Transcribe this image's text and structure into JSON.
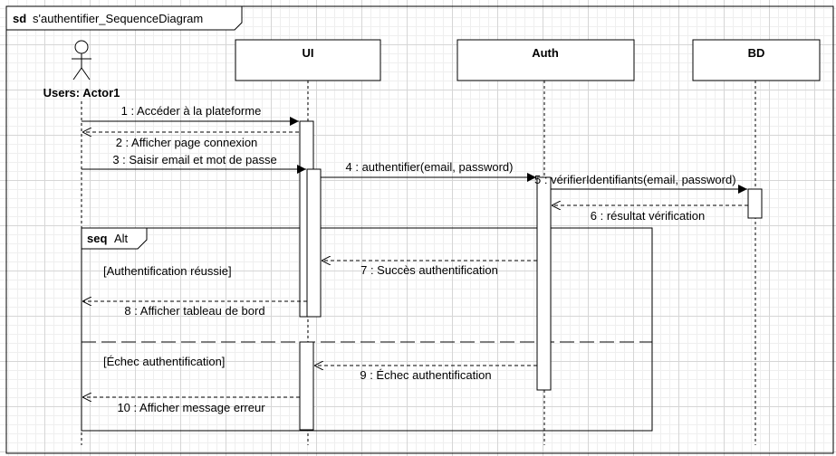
{
  "frame": {
    "keyword": "sd",
    "name": "s'authentifier_SequenceDiagram"
  },
  "actor": {
    "label": "Users: Actor1"
  },
  "lifelines": {
    "ui": "UI",
    "auth": "Auth",
    "bd": "BD"
  },
  "messages": [
    {
      "label": "1 : Accéder à la plateforme",
      "kind": "sync"
    },
    {
      "label": "2 : Afficher page connexion",
      "kind": "return"
    },
    {
      "label": "3 : Saisir email et mot de passe",
      "kind": "sync"
    },
    {
      "label": "4 : authentifier(email, password)",
      "kind": "sync"
    },
    {
      "label": "5 : vérifierIdentifiants(email, password)",
      "kind": "sync"
    },
    {
      "label": "6 : résultat vérification",
      "kind": "return"
    },
    {
      "label": "7 : Succès authentification",
      "kind": "return"
    },
    {
      "label": "8 : Afficher tableau de bord",
      "kind": "return"
    },
    {
      "label": "9 : Échec authentification",
      "kind": "return"
    },
    {
      "label": "10 : Afficher message erreur",
      "kind": "return"
    }
  ],
  "fragment": {
    "keyword": "seq",
    "name": "Alt",
    "guard1": "[Authentification réussie]",
    "guard2": "[Échec authentification]"
  }
}
